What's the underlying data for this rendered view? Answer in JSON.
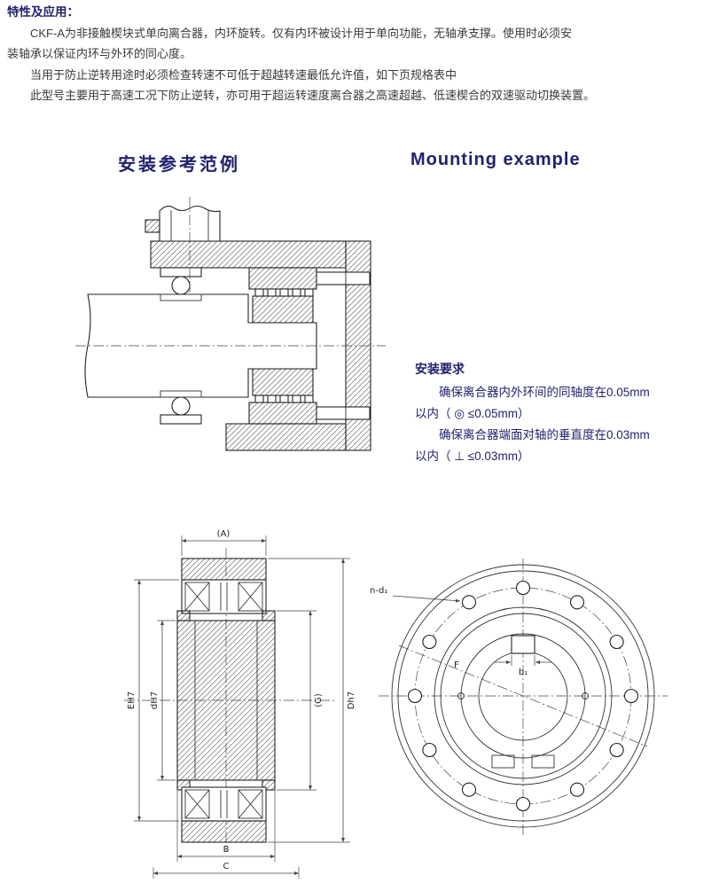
{
  "colors": {
    "accent": "#21216e",
    "body_text": "#3a3a3a",
    "line": "#222222"
  },
  "intro": {
    "heading": "特性及应用：",
    "lines": [
      "CKF-A为非接触楔块式单向离合器，内环旋转。仅有内环被设计用于单向功能，无轴承支撑。使用时必须安",
      "装轴承以保证内环与外环的同心度。",
      "当用于防止逆转用途时必须检查转速不可低于超越转速最低允许值，如下页规格表中",
      "此型号主要用于高速工况下防止逆转，亦可用于超运转速度离合器之高速超越、低速楔合的双速驱动切换装置。"
    ]
  },
  "section_titles": {
    "zh": "安装参考范例",
    "en": "Mounting example"
  },
  "requirements": {
    "heading": "安装要求",
    "lines": [
      "确保离合器内外环间的同轴度在0.05mm",
      "以内（ ◎ ≤0.05mm）",
      "确保离合器端面对轴的垂直度在0.03mm",
      "以内（ ⊥ ≤0.03mm）"
    ]
  },
  "dims": {
    "A": "(A)",
    "E": "EH7",
    "d": "dH7",
    "G": "(G)",
    "D": "Dh7",
    "B": "B",
    "C": "C",
    "n_d1": "n-d₁",
    "F": "F",
    "b1": "b₁"
  }
}
